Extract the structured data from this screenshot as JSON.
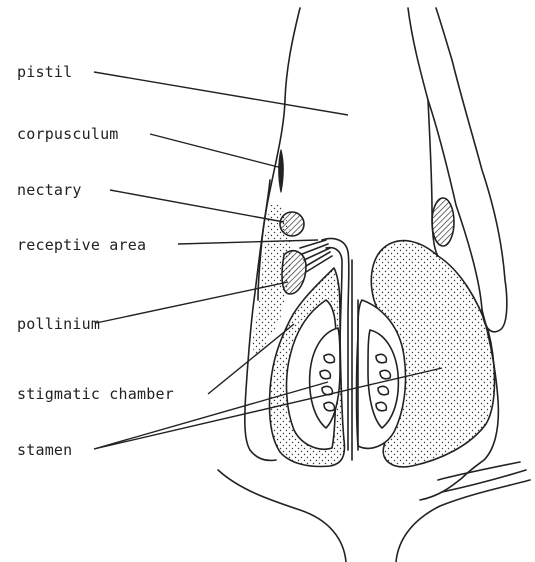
{
  "labels": {
    "pistil": "pistil",
    "corpusculum": "corpusculum",
    "nectary": "nectary",
    "receptive_area": "receptive area",
    "pollinium": "pollinium",
    "stigmatic_chamber": "stigmatic chamber",
    "stamen": "stamen"
  },
  "colors": {
    "ink": "#222222",
    "background": "#ffffff"
  }
}
